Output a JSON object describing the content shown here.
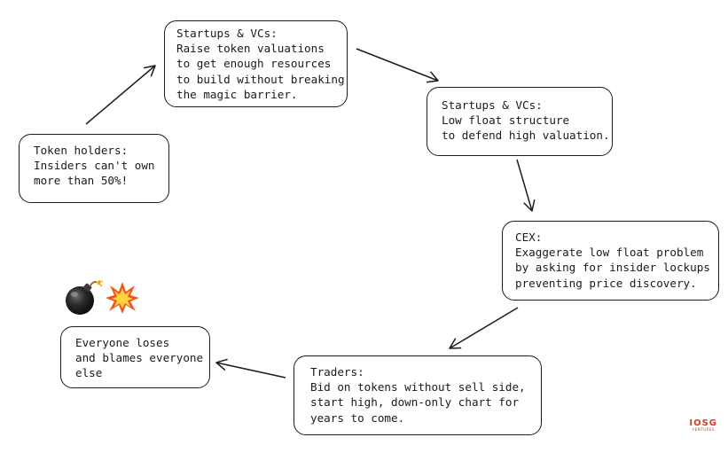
{
  "nodes": {
    "token_holders": {
      "lines": [
        "Token holders:",
        "Insiders can't own",
        "more than 50%!"
      ]
    },
    "startups_raise": {
      "lines": [
        "Startups & VCs:",
        "Raise token valuations",
        "to get enough resources",
        "to build without breaking",
        "the magic barrier."
      ]
    },
    "startups_low_float": {
      "lines": [
        "Startups & VCs:",
        "Low float structure",
        "to defend high valuation."
      ]
    },
    "cex": {
      "lines": [
        "CEX:",
        "Exaggerate low float problem",
        "by asking for insider lockups",
        "preventing price discovery."
      ]
    },
    "traders": {
      "lines": [
        "Traders:",
        "Bid on tokens without sell side,",
        "start high, down-only chart for",
        "years to come."
      ]
    },
    "everyone_loses": {
      "lines": [
        "Everyone loses",
        "and blames everyone",
        "else"
      ]
    }
  },
  "icons": [
    "bomb-icon",
    "explosion-icon"
  ],
  "logo": {
    "mark": "IOSG",
    "sub": "VENTURES"
  },
  "colors": {
    "stroke": "#1c1c1c",
    "logo": "#d23a2a"
  }
}
